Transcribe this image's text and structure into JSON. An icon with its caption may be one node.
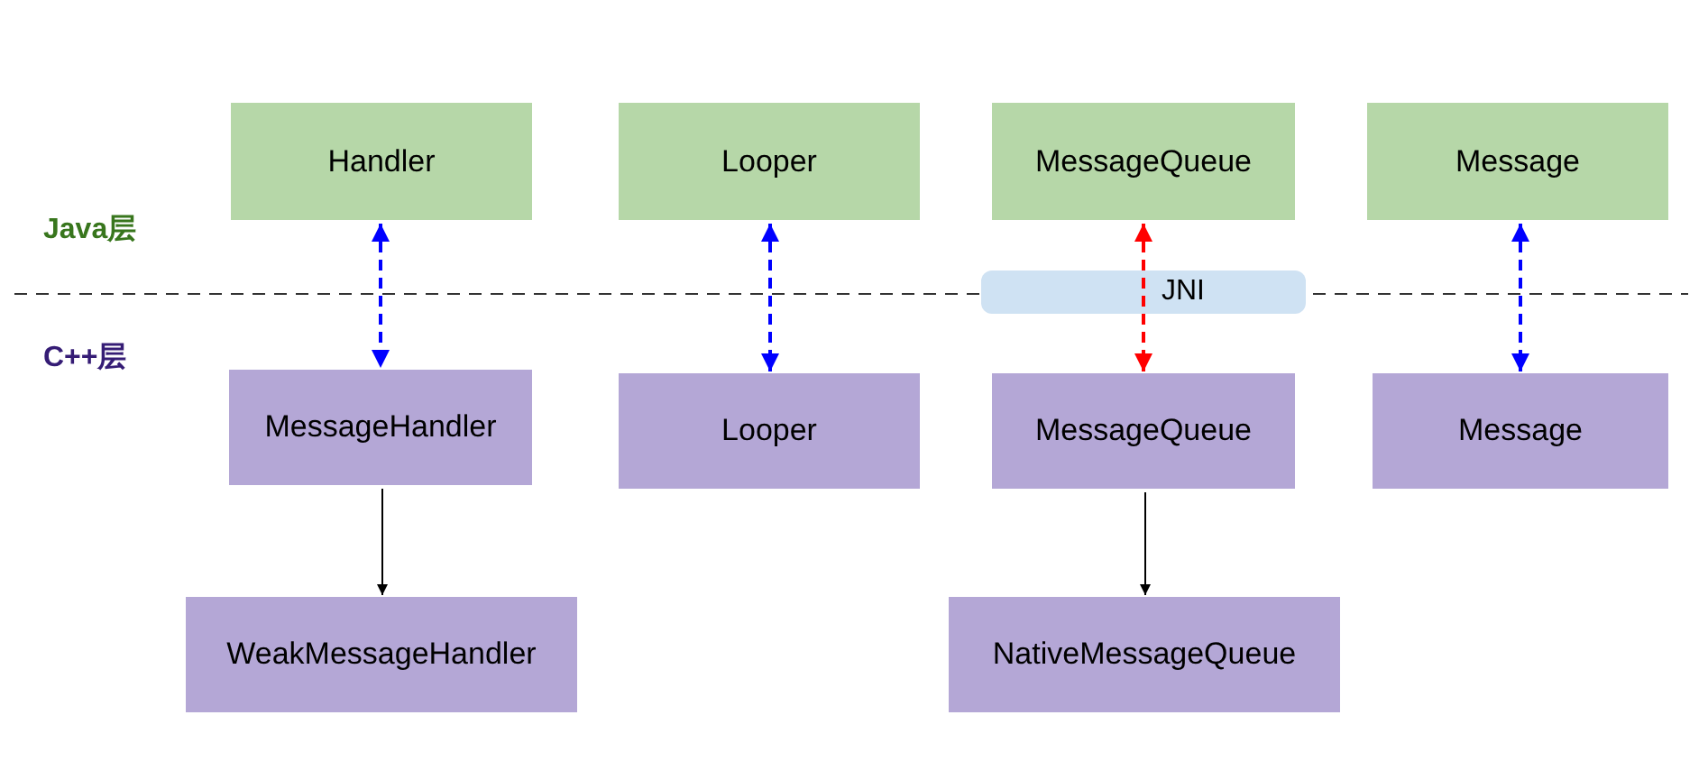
{
  "diagram": {
    "nodes": [
      {
        "text": [
          "Handler"
        ]
      },
      {
        "text": [
          "Looper"
        ]
      },
      {
        "text": [
          "MessageQueue"
        ]
      },
      {
        "text": [
          "Message"
        ]
      },
      {
        "text": [
          "MessageHandler"
        ]
      },
      {
        "text": [
          "Looper"
        ]
      },
      {
        "text": [
          "MessageQueue"
        ]
      },
      {
        "text": [
          "Message"
        ]
      },
      {
        "text": [
          "WeakMessageHandler"
        ]
      },
      {
        "text": [
          "NativeMessageQueue"
        ]
      }
    ],
    "edges": [
      {
        "from": 0,
        "to": 4,
        "arrow": "both",
        "style": "dashed",
        "color": "#0000ff"
      },
      {
        "from": 1,
        "to": 5,
        "arrow": "both",
        "style": "dashed",
        "color": "#0000ff"
      },
      {
        "from": 2,
        "to": 6,
        "arrow": "both",
        "style": "dashed",
        "color": "#ff0000",
        "label": "JNI"
      },
      {
        "from": 3,
        "to": 7,
        "arrow": "both",
        "style": "dashed",
        "color": "#0000ff"
      },
      {
        "from": 4,
        "to": 8,
        "arrow": "to",
        "color": "#000000"
      },
      {
        "from": 6,
        "to": 9,
        "arrow": "to",
        "color": "#000000"
      }
    ],
    "labels": [
      "Java层",
      "C++层"
    ]
  }
}
